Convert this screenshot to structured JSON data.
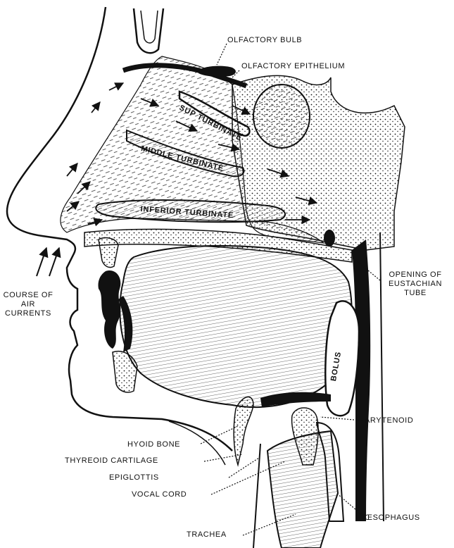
{
  "labels": {
    "olfactory_bulb": "OLFACTORY BULB",
    "olfactory_epithelium": "OLFACTORY EPITHELIUM",
    "sup_turbinate": "SUP TURBINATE",
    "middle_turbinate": "MIDDLE TURBINATE",
    "inferior_turbinate": "INFERIOR TURBINATE",
    "opening_line1": "OPENING OF",
    "opening_line2": "EUSTACHIAN",
    "opening_line3": "TUBE",
    "course_line1": "COURSE OF",
    "course_line2": "AIR",
    "course_line3": "CURRENTS",
    "bolus": "BOLUS",
    "arytenoid": "ARYTENOID",
    "hyoid_bone": "HYOID BONE",
    "thyreoid_cartilage": "THYREOID CARTILAGE",
    "epiglottis": "EPIGLOTTIS",
    "vocal_cord": "VOCAL CORD",
    "oesophagus": "ŒSOPHAGUS",
    "trachea": "TRACHEA"
  },
  "colors": {
    "ink": "#111111",
    "paper": "#ffffff"
  }
}
